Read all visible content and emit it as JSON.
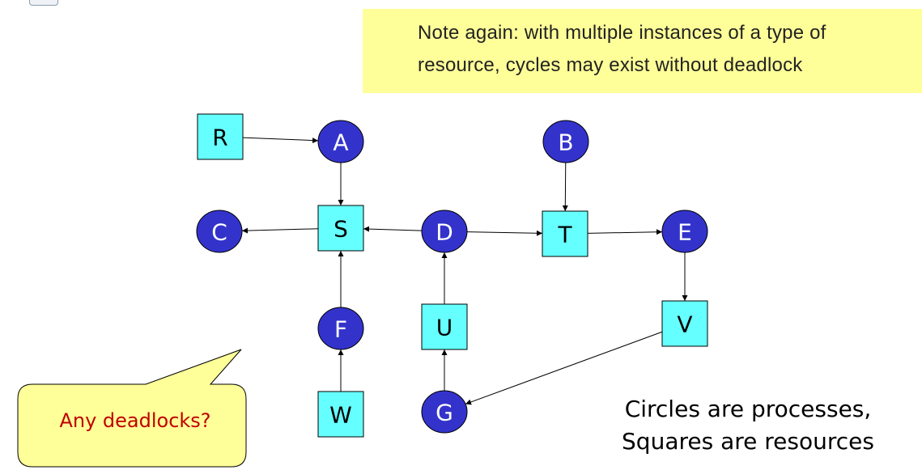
{
  "note": {
    "line1": "Note again: with multiple instances of a type of",
    "line2": "resource, cycles may exist without deadlock"
  },
  "colors": {
    "process_fill": "#3333cc",
    "resource_fill": "#66ffff",
    "note_bg": "#ffff99",
    "callout_bg": "#ffff99",
    "callout_text": "#c00000"
  },
  "graph": {
    "processes": [
      "A",
      "B",
      "C",
      "D",
      "E",
      "F",
      "G"
    ],
    "resources": [
      "R",
      "S",
      "T",
      "U",
      "V",
      "W"
    ],
    "edges": [
      {
        "from": "R",
        "to": "A"
      },
      {
        "from": "A",
        "to": "S"
      },
      {
        "from": "S",
        "to": "C"
      },
      {
        "from": "D",
        "to": "S"
      },
      {
        "from": "D",
        "to": "T"
      },
      {
        "from": "B",
        "to": "T"
      },
      {
        "from": "T",
        "to": "E"
      },
      {
        "from": "E",
        "to": "V"
      },
      {
        "from": "V",
        "to": "G"
      },
      {
        "from": "F",
        "to": "S"
      },
      {
        "from": "W",
        "to": "F"
      },
      {
        "from": "U",
        "to": "D"
      },
      {
        "from": "G",
        "to": "U"
      }
    ]
  },
  "callout": {
    "text": "Any deadlocks?"
  },
  "legend": {
    "line1": "Circles are processes,",
    "line2": "Squares are resources"
  }
}
